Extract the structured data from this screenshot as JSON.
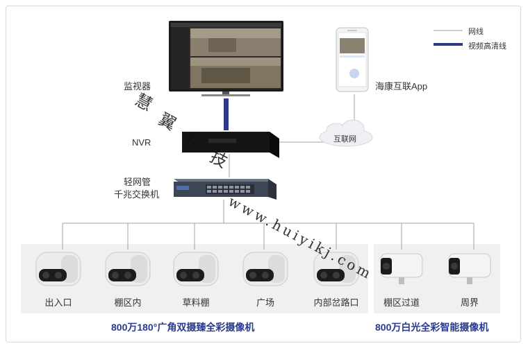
{
  "legend": {
    "network_line": "网线",
    "hd_video_line": "视频高清线"
  },
  "devices": {
    "monitor": "监视器",
    "nvr": "NVR",
    "switch_line1": "轻网管",
    "switch_line2": "千兆交换机",
    "app": "海康互联App",
    "internet": "互联网"
  },
  "cameras_wide": [
    "出入口",
    "棚区内",
    "草料棚",
    "广场",
    "内部岔路口"
  ],
  "cameras_bullet": [
    "棚区过道",
    "周界"
  ],
  "footers": {
    "wide": "800万180°广角双摄臻全彩摄像机",
    "bullet": "800万白光全彩智能摄像机"
  },
  "watermark": {
    "cn": [
      "慧",
      "翼",
      "科",
      "技"
    ],
    "url": "www.huiyikj.com"
  },
  "colors": {
    "hd_line": "#2b3a8c",
    "net_line": "#9aa3b5",
    "footer_text": "#2b3a8c"
  }
}
